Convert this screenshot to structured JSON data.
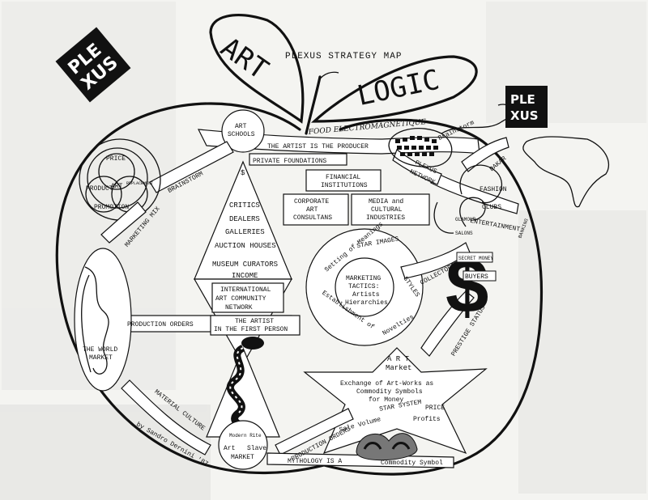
{
  "title": "PLEXUS STRATEGY MAP",
  "logos": {
    "left": [
      "PLE",
      "XUS"
    ],
    "right": [
      "PLE",
      "XUS"
    ]
  },
  "leaves": {
    "art": "ART",
    "logic": "LOGIC",
    "food": "FOOD ELECTROMAGNETIQUE"
  },
  "top_path": {
    "art_schools": [
      "ART",
      "SCHOOLS"
    ],
    "producer": "THE ARTIST IS THE PRODUCER",
    "brainstorm_right": "Brainstorm"
  },
  "boxes": {
    "private_foundations": "PRIVATE FOUNDATIONS",
    "financial": [
      "FINANCIAL",
      "INSTITUTIONS"
    ],
    "corporate": [
      "CORPORATE",
      "ART",
      "CONSULTANS"
    ],
    "media": [
      "MEDIA and",
      "CULTURAL",
      "INDUSTRIES"
    ],
    "international": [
      "INTERNATIONAL",
      "ART COMMUNITY",
      "NETWORK"
    ],
    "first_person": [
      "THE ARTIST",
      "IN THE FIRST PERSON"
    ]
  },
  "pyramid": {
    "dollar": "$",
    "items": [
      "CRITICS",
      "DEALERS",
      "GALLERIES",
      "AUCTION HOUSES",
      "MUSEUM CURATORS",
      "INCOME"
    ]
  },
  "marketing_mix": {
    "price": "PRICE",
    "product": "PRODUCT",
    "art": "ART",
    "replacement": "REPLACEMENT",
    "promotion": "PROMOTION",
    "label": "MARKETING MIX",
    "brainstorm": "BRAINSTORM"
  },
  "network": {
    "plexus": "PLEXUS",
    "network": "NETWORK",
    "dakar": "DAKAR"
  },
  "right_cluster": {
    "fashion": "FASHION",
    "clubs": "CLUBS",
    "glamour": "GLAMOUR",
    "salons": "SALONS",
    "entertainment": "ENTERTAINMENT",
    "banking": "BANKING",
    "collectors": "COLLECTORS",
    "secret": "SECRET",
    "money": "MONEY",
    "buyers": "BUYERS",
    "prestige": "PRESTIGE STATUS"
  },
  "marketing_circle": {
    "center": [
      "MARKETING",
      "TACTICS:",
      "Artists",
      "Hierarchies"
    ],
    "setting": "Setting of Meanings",
    "star_images": "STAR IMAGES",
    "styles": "STYLES",
    "establishment": "Establishment of",
    "novelties": "Novelties"
  },
  "art_market": {
    "title": [
      "A R T",
      "Market"
    ],
    "exchange": [
      "Exchange of Art-Works as",
      "Commodity Symbols",
      "for Money"
    ],
    "star_system": "STAR SYSTEM",
    "price": "PRICE",
    "profits": "Profits",
    "sale_volume": "Sale Volume"
  },
  "bottom": {
    "production_orders_left": "PRODUCTION ORDERS",
    "world_market": [
      "THE WORLD",
      "MARKET"
    ],
    "material_culture": "MATERIAL CULTURE",
    "modern_rite": "Modern Rite",
    "art": "Art",
    "slave": "Slave",
    "market": "MARKET",
    "production_orders_bottom": "PRODUCTION ORDERS",
    "mythology": "MYTHOLOGY IS A",
    "commodity_symbol": "Commodity Symbol",
    "signature": "by Sandro Dernini '87"
  }
}
